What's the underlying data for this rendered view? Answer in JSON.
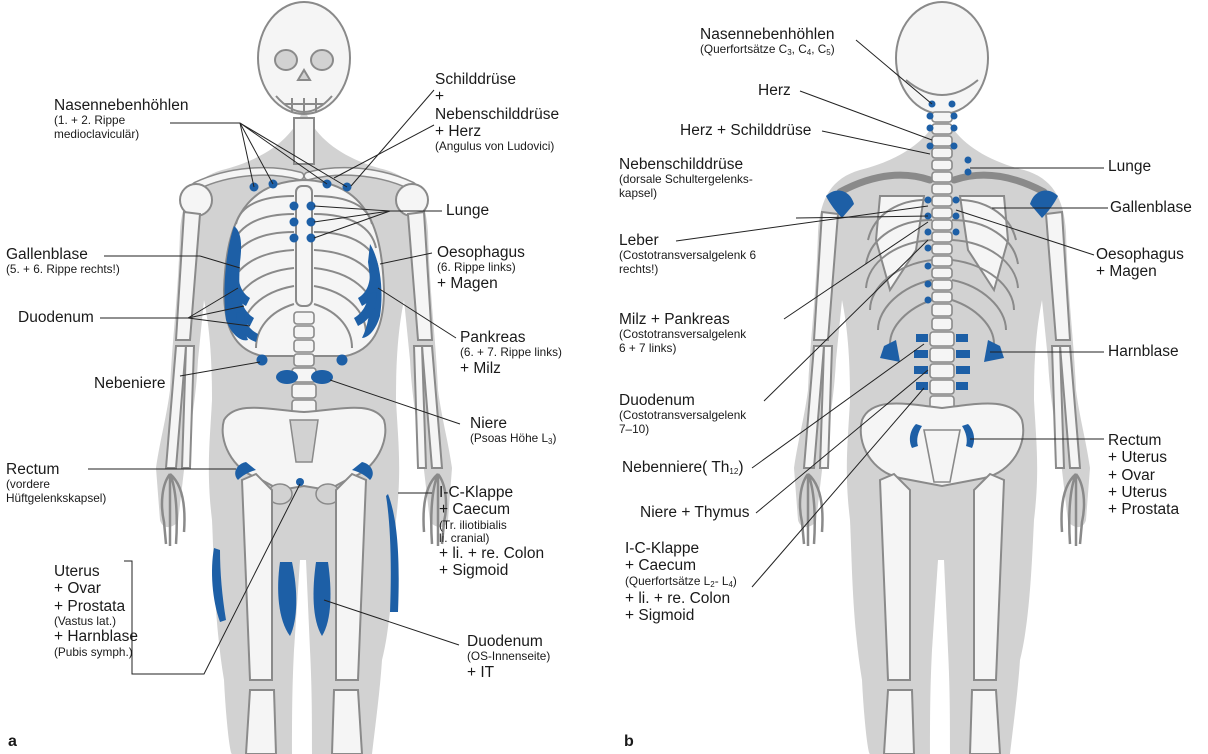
{
  "colors": {
    "body": "#d2d2d2",
    "bone": "#f5f5f5",
    "bone_stroke": "#8a8a8a",
    "point": "#1d5fa6",
    "line": "#222222"
  },
  "panels": {
    "a": "a",
    "b": "b"
  },
  "front": {
    "nasen": {
      "t": "Nasennebenhöhlen",
      "s1": "(1. + 2. Rippe",
      "s2": "medioclaviculär)"
    },
    "schild": {
      "t": "Schilddrüse",
      "p1": "+",
      "t2": "Nebenschilddrüse",
      "t3": "+ Herz",
      "s": "(Angulus von Ludovici)"
    },
    "lunge": {
      "t": "Lunge"
    },
    "gallen": {
      "t": "Gallenblase",
      "s": "(5. + 6. Rippe rechts!)"
    },
    "oeso": {
      "t": "Oesophagus",
      "s": "(6. Rippe links)",
      "t2": "+ Magen"
    },
    "duod": {
      "t": "Duodenum"
    },
    "pank": {
      "t": "Pankreas",
      "s": "(6. + 7. Rippe links)",
      "t2": "+ Milz"
    },
    "nebeniere": {
      "t": "Nebeniere"
    },
    "niere": {
      "t": "Niere",
      "s_pre": "(Psoas Höhe L",
      "s_sub": "3",
      "s_post": ")"
    },
    "rectum": {
      "t": "Rectum",
      "s1": "(vordere",
      "s2": "Hüftgelenkskapsel)"
    },
    "icklappe": {
      "t": "I-C-Klappe",
      "t2": "+ Caecum",
      "s1": "(Tr. iliotibialis",
      "s2": "li. cranial)",
      "t3": "+ li. + re. Colon",
      "t4": "+ Sigmoid"
    },
    "uterus": {
      "t": "Uterus",
      "t2": "+ Ovar",
      "t3": "+ Prostata",
      "s1": "(Vastus lat.)",
      "t4": "+ Harnblase",
      "s2": "(Pubis symph.)"
    },
    "duod2": {
      "t": "Duodenum",
      "s": "(OS-Innenseite)",
      "t2": "+ IT"
    }
  },
  "back": {
    "nasen": {
      "t": "Nasennebenhöhlen",
      "s_pre": "(Querfortsätze C",
      "a": "3",
      "b": ", C",
      "c": "4",
      "d": ", C",
      "e": "5",
      "f": ")"
    },
    "herz": {
      "t": "Herz"
    },
    "herzschild": {
      "t": "Herz + Schilddrüse"
    },
    "nebenschild": {
      "t": "Nebenschilddrüse",
      "s1": "(dorsale Schultergelenks-",
      "s2": "kapsel)"
    },
    "lunge": {
      "t": "Lunge"
    },
    "gallen": {
      "t": "Gallenblase"
    },
    "leber": {
      "t": "Leber",
      "s1": "(Costotransversalgelenk 6",
      "s2": "rechts!)"
    },
    "oeso": {
      "t": "Oesophagus",
      "t2": "+ Magen"
    },
    "milz": {
      "t": "Milz + Pankreas",
      "s1": "(Costotransversalgelenk",
      "s2": "6 + 7 links)"
    },
    "harnblase": {
      "t": "Harnblase"
    },
    "duod": {
      "t": "Duodenum",
      "s1": "(Costotransversalgelenk",
      "s2": "7–10)"
    },
    "nebenniere": {
      "t_pre": "Nebenniere( Th",
      "t_sub": "12",
      "t_post": ")"
    },
    "niere": {
      "t": "Niere + Thymus"
    },
    "rectum": {
      "t": "Rectum",
      "t2": "+ Uterus",
      "t3": "+ Ovar",
      "t4": "+ Uterus",
      "t5": "+ Prostata"
    },
    "icklappe": {
      "t": "I-C-Klappe",
      "t2": "+ Caecum",
      "s_pre": "(Querfortsätze L",
      "s_a": "2",
      "s_b": "- L",
      "s_c": "4",
      "s_d": ")",
      "t3": "+ li. + re. Colon",
      "t4": "+ Sigmoid"
    }
  }
}
